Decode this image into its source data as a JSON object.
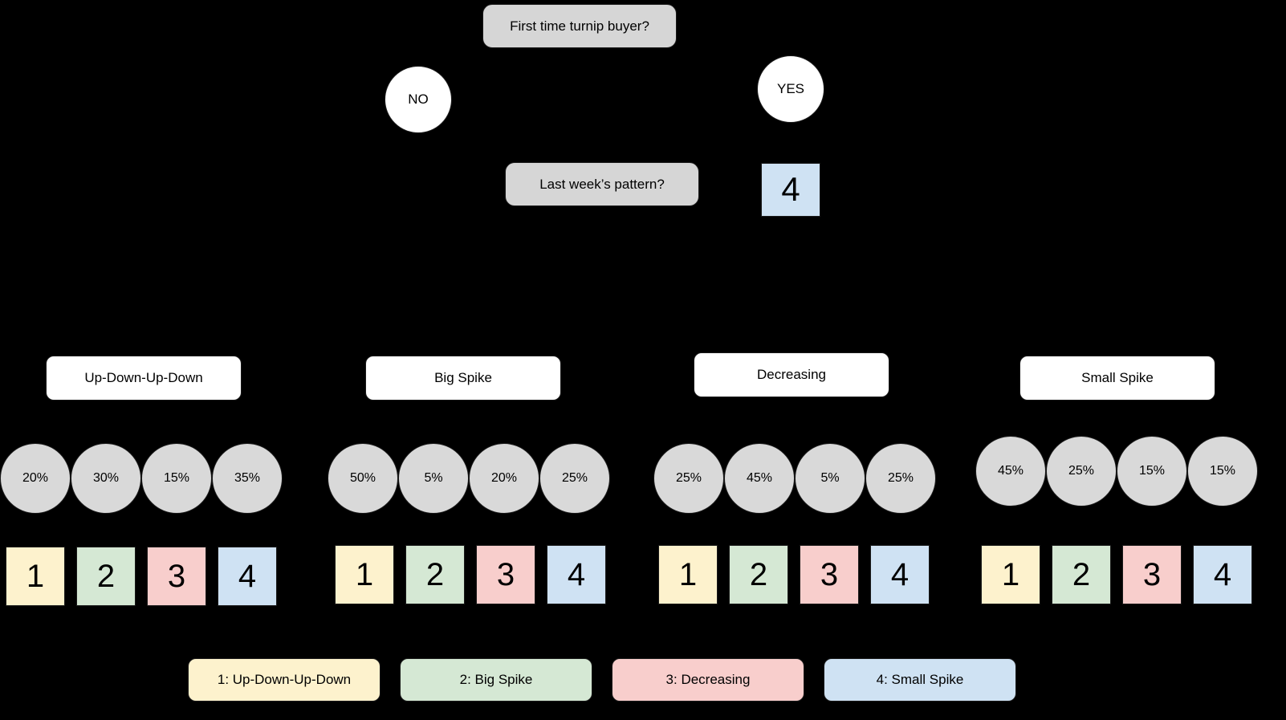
{
  "diagram": {
    "title_node": {
      "label": "First time turnip buyer?"
    },
    "branch_no": {
      "label": "NO"
    },
    "branch_yes": {
      "label": "YES"
    },
    "question_2": {
      "label": "Last week’s pattern?"
    },
    "yes_result": {
      "label": "4"
    }
  },
  "palette": {
    "background": "#000000",
    "question_fill": "#d6d6d6",
    "circle_fill": "#ffffff",
    "percent_fill": "#d9d9d9",
    "pattern_fill": "#ffffff",
    "pattern_1": "#fdf2cd",
    "pattern_2": "#d5e8d4",
    "pattern_3": "#f8cecc",
    "pattern_4": "#cfe2f3",
    "stroke": "#1a1a1a"
  },
  "groups": [
    {
      "name": "Up-Down-Up-Down",
      "probabilities": [
        "20%",
        "30%",
        "15%",
        "35%"
      ],
      "outcomes": [
        "1",
        "2",
        "3",
        "4"
      ]
    },
    {
      "name": "Big Spike",
      "probabilities": [
        "50%",
        "5%",
        "20%",
        "25%"
      ],
      "outcomes": [
        "1",
        "2",
        "3",
        "4"
      ]
    },
    {
      "name": "Decreasing",
      "probabilities": [
        "25%",
        "45%",
        "5%",
        "25%"
      ],
      "outcomes": [
        "1",
        "2",
        "3",
        "4"
      ]
    },
    {
      "name": "Small Spike",
      "probabilities": [
        "45%",
        "25%",
        "15%",
        "15%"
      ],
      "outcomes": [
        "1",
        "2",
        "3",
        "4"
      ]
    }
  ],
  "legend": [
    {
      "label": "1: Up-Down-Up-Down",
      "color": "#fdf2cd"
    },
    {
      "label": "2: Big Spike",
      "color": "#d5e8d4"
    },
    {
      "label": "3: Decreasing",
      "color": "#f8cecc"
    },
    {
      "label": "4: Small Spike",
      "color": "#cfe2f3"
    }
  ]
}
